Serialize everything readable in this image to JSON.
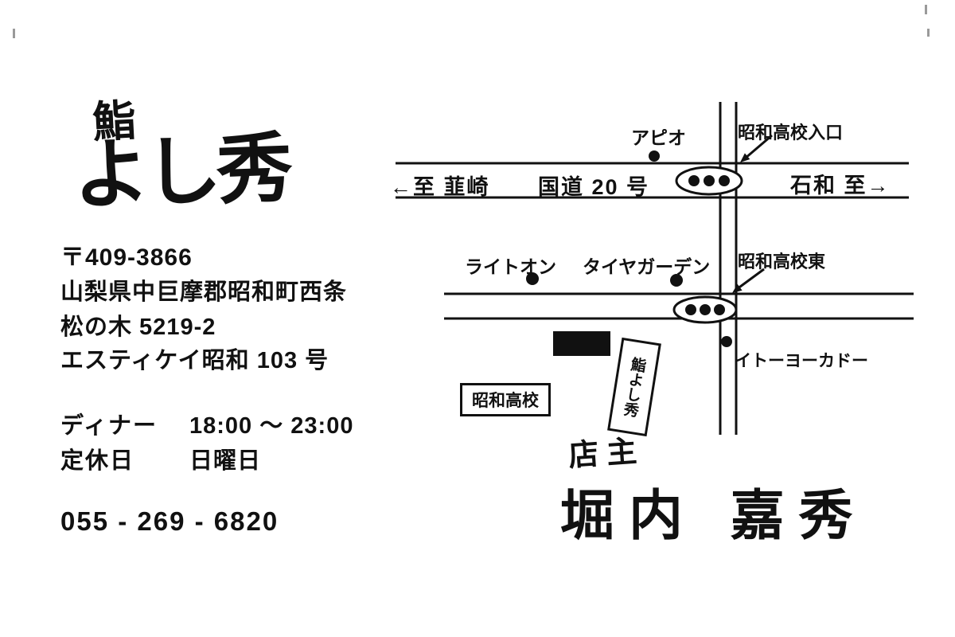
{
  "card": {
    "logo_small": "鮨",
    "logo_large": "よし秀",
    "postal": "〒409-3866",
    "address1": "山梨県中巨摩郡昭和町西条",
    "address2": "松の木 5219-2",
    "address3": "エスティケイ昭和 103 号",
    "dinner_label": "ディナー",
    "dinner_hours": "18:00 ～ 23:00",
    "holiday_label": "定休日",
    "holiday_value": "日曜日",
    "phone": "055 - 269 - 6820"
  },
  "map": {
    "to_left": "←至 韮崎",
    "route_label": "国道 20 号",
    "to_right": "石和 至→",
    "apio": "アピオ",
    "school_entrance": "昭和高校入口",
    "righton": "ライトオン",
    "tire_garden": "タイヤガーデン",
    "school_east": "昭和高校東",
    "ito_yokado": "イトーヨーカドー",
    "school_box": "昭和高校",
    "shop_banner": "鮨よし秀",
    "owner_label": "店主",
    "owner_name": "堀内 嘉秀"
  },
  "colors": {
    "ink": "#111111",
    "paper": "#ffffff"
  }
}
